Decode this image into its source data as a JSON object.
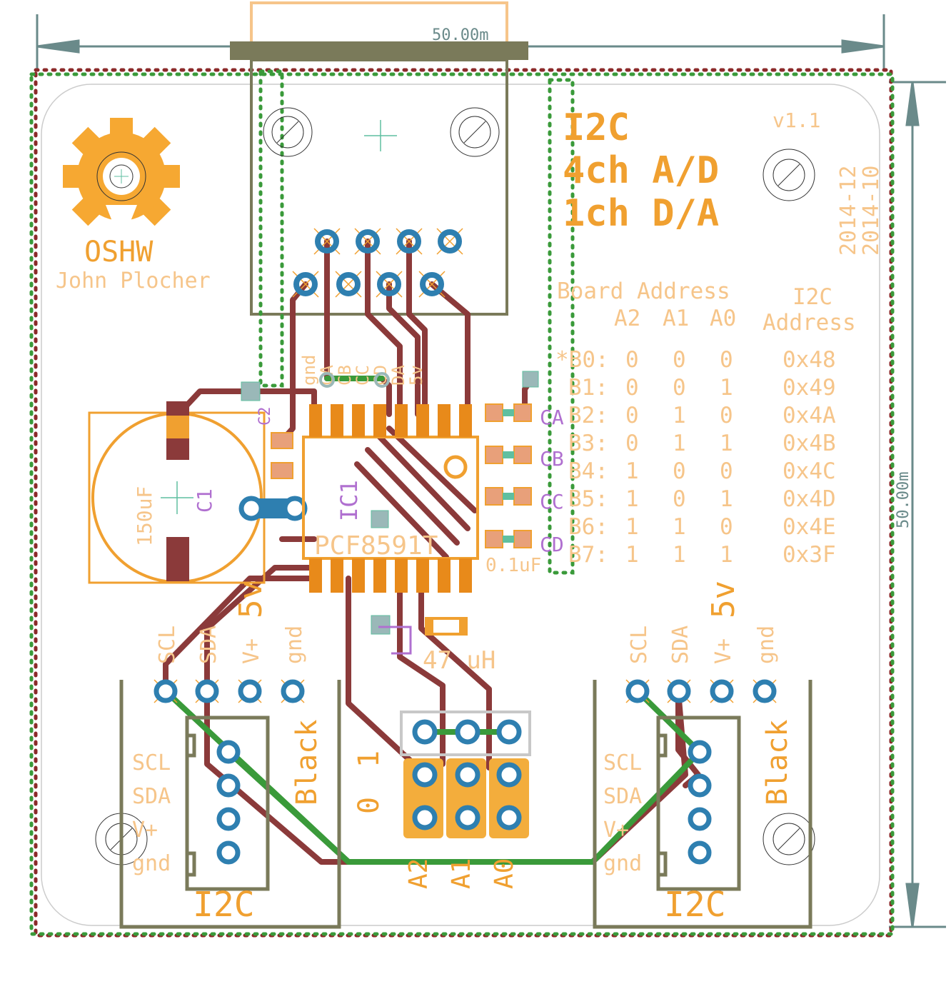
{
  "title_block": {
    "line1": "I2C",
    "line2": "4ch A/D",
    "line3": "1ch D/A",
    "version": "v1.1",
    "date1": "2014-12",
    "date2": "2014-10"
  },
  "logo": {
    "label": "OSHW",
    "author": "John Plocher"
  },
  "dimensions": {
    "width": "50.00m",
    "height": "50.00m"
  },
  "address_table": {
    "heading": "Board Address",
    "i2c_heading_1": "I2C",
    "i2c_heading_2": "Address",
    "col_a2": "A2",
    "col_a1": "A1",
    "col_a0": "A0",
    "rows": [
      {
        "b": "*B0:",
        "a2": "0",
        "a1": "0",
        "a0": "0",
        "addr": "0x48"
      },
      {
        "b": "B1:",
        "a2": "0",
        "a1": "0",
        "a0": "1",
        "addr": "0x49"
      },
      {
        "b": "B2:",
        "a2": "0",
        "a1": "1",
        "a0": "0",
        "addr": "0x4A"
      },
      {
        "b": "B3:",
        "a2": "0",
        "a1": "1",
        "a0": "1",
        "addr": "0x4B"
      },
      {
        "b": "B4:",
        "a2": "1",
        "a1": "0",
        "a0": "0",
        "addr": "0x4C"
      },
      {
        "b": "B5:",
        "a2": "1",
        "a1": "0",
        "a0": "1",
        "addr": "0x4D"
      },
      {
        "b": "B6:",
        "a2": "1",
        "a1": "1",
        "a0": "0",
        "addr": "0x4E"
      },
      {
        "b": "B7:",
        "a2": "1",
        "a1": "1",
        "a0": "1",
        "addr": "0x3F"
      }
    ]
  },
  "components": {
    "c1_name": "C1",
    "c1_value": "150uF",
    "c2_name": "C2",
    "ic1_name": "IC1",
    "ic1_value": "PCF8591T",
    "cap_value": "0.1uF",
    "inductor_value": "47 uH",
    "ca": "CA",
    "cb": "CB",
    "cc": "CC",
    "cd": "CD",
    "five_v_left": "5v",
    "five_v_right": "5v"
  },
  "rj45_pin_labels": [
    "gnd",
    "CA",
    "CB",
    "CC",
    "CD",
    "DA",
    "5v"
  ],
  "connector_left": {
    "pin_labels": [
      "SCL",
      "SDA",
      "V+",
      "gnd"
    ],
    "side_labels": [
      "SCL",
      "SDA",
      "V+",
      "gnd"
    ],
    "color": "Black",
    "name": "I2C"
  },
  "connector_right": {
    "pin_labels": [
      "SCL",
      "SDA",
      "V+",
      "gnd"
    ],
    "side_labels": [
      "SCL",
      "SDA",
      "V+",
      "gnd"
    ],
    "color": "Black",
    "name": "I2C"
  },
  "jumpers": {
    "labels": [
      "A2",
      "A1",
      "A0"
    ],
    "zero": "0",
    "one": "1"
  },
  "colors": {
    "silkscreen": "#f0a030",
    "copper_top": "#8b3a3a",
    "copper_bottom": "#3a9a3a",
    "pad": "#2e7fb0",
    "outline": "#7a7a5a",
    "keepout": "#8b2a2a"
  }
}
